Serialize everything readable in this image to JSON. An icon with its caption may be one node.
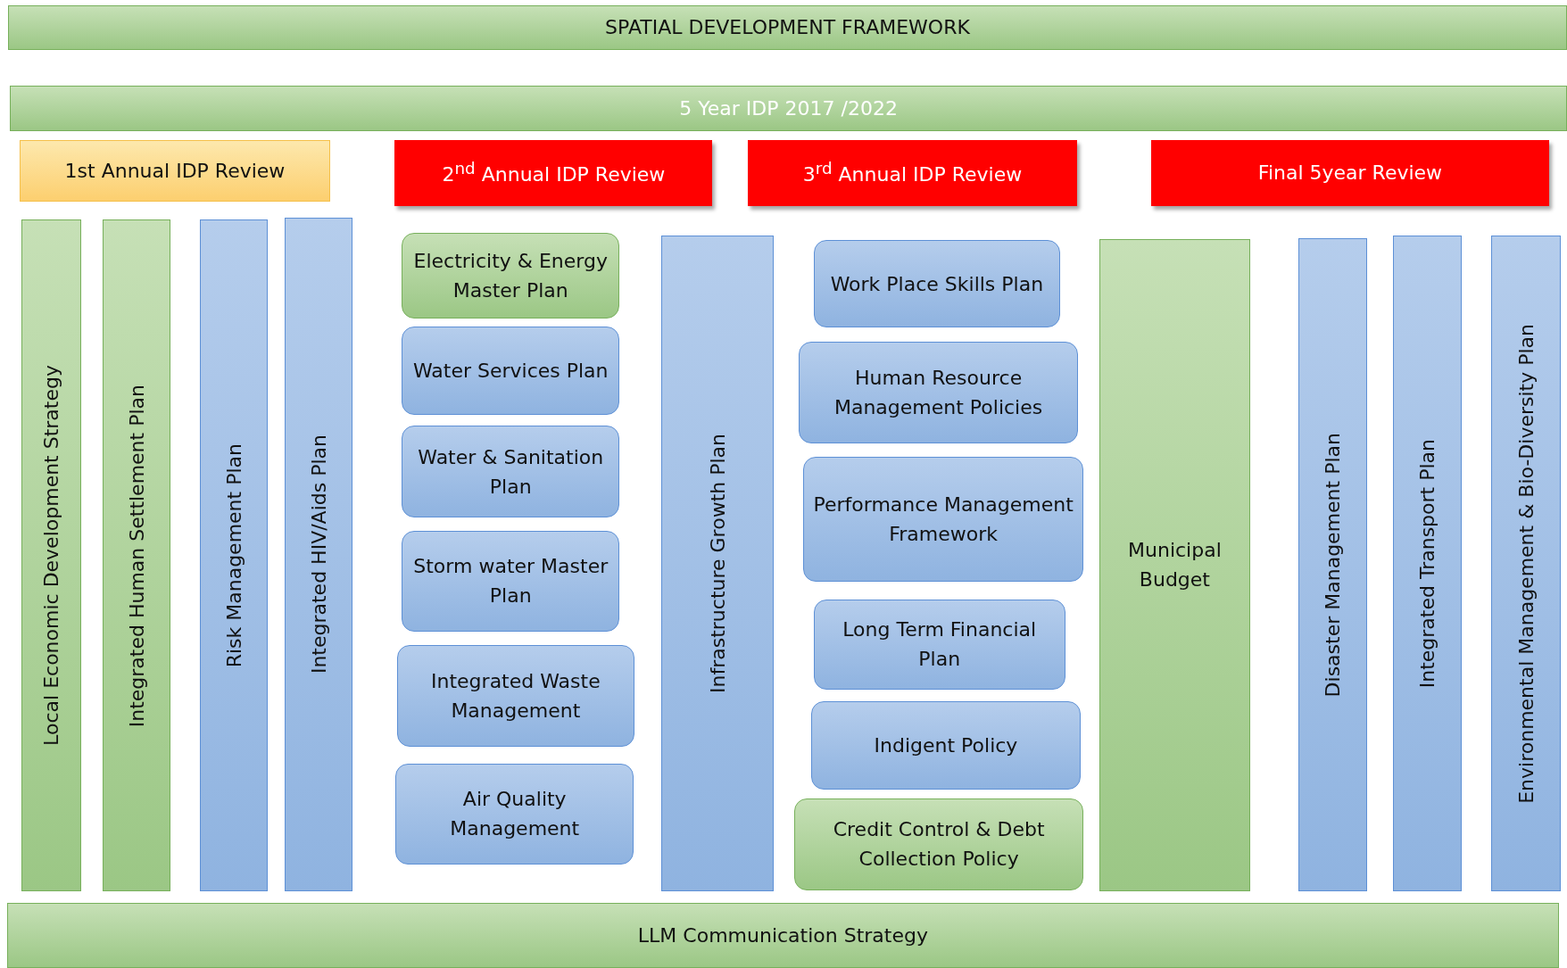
{
  "diagram": {
    "nodes": [
      {
        "text": [
          "SPATIAL DEVELOPMENT FRAMEWORK"
        ]
      },
      {
        "text": [
          "5 Year IDP 2017 /2022"
        ]
      },
      {
        "text": [
          "1st Annual IDP Review"
        ]
      },
      {
        "text": [
          "2$^{nd}$ Annual IDP Review"
        ]
      },
      {
        "text": [
          "3$^{rd}$ Annual IDP Review"
        ]
      },
      {
        "text": [
          "Final 5year Review"
        ]
      },
      {
        "text": [
          "Local Economic Development Strategy"
        ]
      },
      {
        "text": [
          "Integrated Human Settlement Plan"
        ]
      },
      {
        "text": [
          "Risk Management Plan"
        ]
      },
      {
        "text": [
          "Integrated HIV/Aids Plan"
        ]
      },
      {
        "text": [
          "Electricity & Energy Master Plan"
        ]
      },
      {
        "text": [
          "Water Services Plan"
        ]
      },
      {
        "text": [
          "Water & Sanitation Plan"
        ]
      },
      {
        "text": [
          "Storm water Master Plan"
        ]
      },
      {
        "text": [
          "Integrated Waste Management"
        ]
      },
      {
        "text": [
          "Air Quality Management"
        ]
      },
      {
        "text": [
          "Infrastructure Growth Plan"
        ]
      },
      {
        "text": [
          "Work Place Skills Plan"
        ]
      },
      {
        "text": [
          "Human Resource Management Policies"
        ]
      },
      {
        "text": [
          "Performance Management Framework"
        ]
      },
      {
        "text": [
          "Long Term Financial Plan"
        ]
      },
      {
        "text": [
          "Indigent Policy"
        ]
      },
      {
        "text": [
          "Credit Control & Debt Collection Policy"
        ]
      },
      {
        "text": [
          "Municipal Budget"
        ]
      },
      {
        "text": [
          "Disaster Management Plan"
        ]
      },
      {
        "text": [
          "Integrated Transport Plan"
        ]
      },
      {
        "text": [
          "Environmental Management & Bio-Diversity Plan"
        ]
      },
      {
        "text": [
          "LLM Communication Strategy"
        ]
      }
    ]
  }
}
